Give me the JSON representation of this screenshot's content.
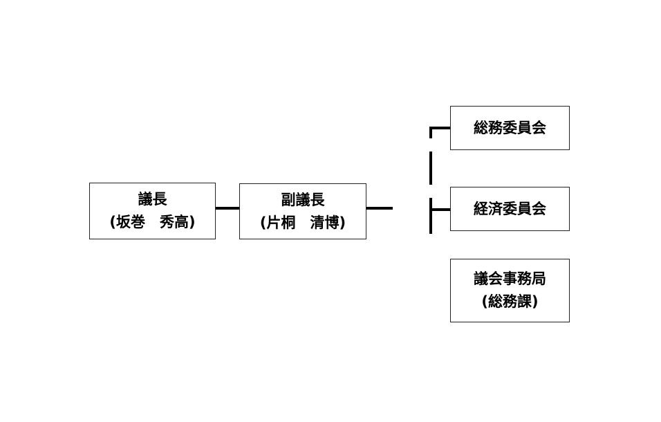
{
  "diagram": {
    "chairman": {
      "title": "議長",
      "name": "(坂巻　秀高)"
    },
    "vice_chairman": {
      "title": "副議長",
      "name": "(片桐　清博)"
    },
    "committees": [
      {
        "label": "総務委員会"
      },
      {
        "label": "経済委員会"
      }
    ],
    "secretariat": {
      "title": "議会事務局",
      "sub": "(総務課)"
    }
  }
}
